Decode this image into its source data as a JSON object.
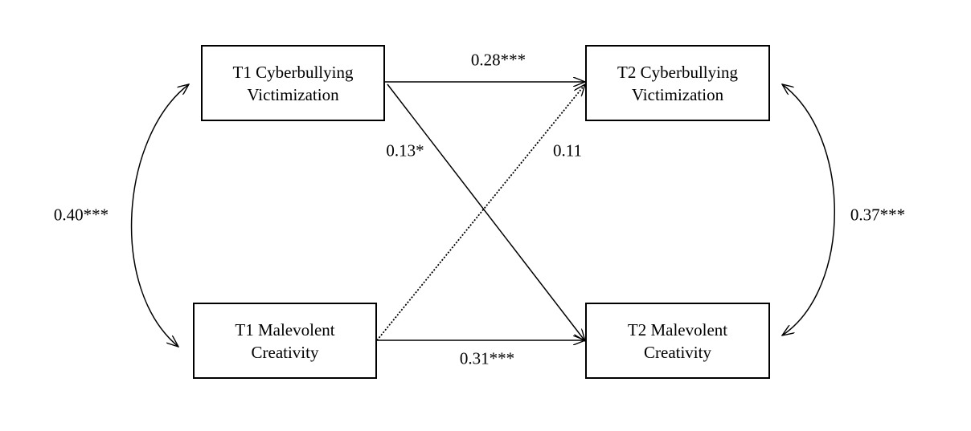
{
  "nodes": {
    "t1_cv": {
      "line1": "T1 Cyberbullying",
      "line2": "Victimization"
    },
    "t2_cv": {
      "line1": "T2 Cyberbullying",
      "line2": "Victimization"
    },
    "t1_mc": {
      "line1": "T1 Malevolent",
      "line2": "Creativity"
    },
    "t2_mc": {
      "line1": "T2 Malevolent",
      "line2": "Creativity"
    }
  },
  "paths": {
    "cv_to_cv": "0.28***",
    "cv_to_mc": "0.13*",
    "mc_to_cv": "0.11",
    "mc_to_mc": "0.31***",
    "t1_cov": "0.40***",
    "t2_cov": "0.37***"
  },
  "colors": {
    "line": "#000000"
  }
}
